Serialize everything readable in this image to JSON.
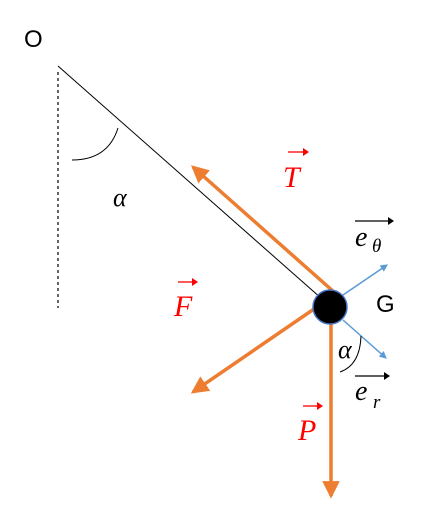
{
  "labels": {
    "origin": "O",
    "center": "G",
    "angle_top": "α",
    "angle_bottom": "α",
    "tension": "T",
    "force": "F",
    "weight": "P",
    "e_theta_base": "e",
    "e_theta_sub": "θ",
    "e_r_base": "e",
    "e_r_sub": "r"
  },
  "colors": {
    "force_arrows": "#ED7D31",
    "unit_vectors": "#5B9BD5",
    "vector_labels": "#FF0000",
    "string": "#000000",
    "mass": "#000000",
    "mass_outline": "#4472C4"
  }
}
